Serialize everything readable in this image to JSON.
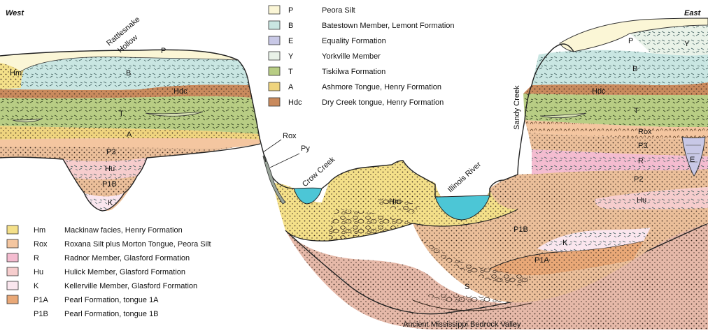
{
  "header": {
    "west": "West",
    "east": "East"
  },
  "colors": {
    "P": "#fbf6d6",
    "B": "#c9e6e2",
    "E": "#c8c8e6",
    "Y": "#e9f2e8",
    "T": "#b8cd84",
    "A": "#efd47e",
    "Hdc": "#c98a5d",
    "Hm": "#f4e089",
    "Rox": "#f4c6a0",
    "R": "#f4bcd0",
    "Hu": "#f6cdcd",
    "K": "#fae6ee",
    "P1A": "#e9a877",
    "P1B": "#ebbf9a",
    "P2": "#ebbf9a",
    "P3": "#ebbf9a",
    "S": "#e6b9a9",
    "water": "#4cc6d6",
    "Py": "#9aa59a"
  },
  "legend_top": [
    {
      "code": "P",
      "name": "Peora Silt",
      "color": "#fbf6d6"
    },
    {
      "code": "B",
      "name": "Batestown Member, Lemont Formation",
      "color": "#c9e6e2"
    },
    {
      "code": "E",
      "name": "Equality Formation",
      "color": "#c8c8e6"
    },
    {
      "code": "Y",
      "name": "Yorkville Member",
      "color": "#e9f2e8"
    },
    {
      "code": "T",
      "name": "Tiskilwa Formation",
      "color": "#b8cd84"
    },
    {
      "code": "A",
      "name": "Ashmore Tongue, Henry Formation",
      "color": "#efd47e"
    },
    {
      "code": "Hdc",
      "name": "Dry Creek tongue, Henry Formation",
      "color": "#c98a5d"
    }
  ],
  "legend_bottom": [
    {
      "code": "Hm",
      "name": "Mackinaw facies, Henry Formation",
      "color": "#f4e089"
    },
    {
      "code": "Rox",
      "name": "Roxana Silt plus Morton Tongue, Peora Silt",
      "color": "#f4c6a0"
    },
    {
      "code": "R",
      "name": "Radnor Member, Glasford Formation",
      "color": "#f4bcd0"
    },
    {
      "code": "Hu",
      "name": "Hulick Member, Glasford Formation",
      "color": "#f6cdcd"
    },
    {
      "code": "K",
      "name": "Kellerville Member, Glasford Formation",
      "color": "#fae6ee"
    },
    {
      "code": "P1A",
      "name": "Pearl Formation, tongue 1A",
      "color": "#e9a877"
    },
    {
      "code": "P1B",
      "name": "Pearl Formation, tongue 1B",
      "color": ""
    }
  ],
  "places": {
    "rattlesnake": "Rattlesnake",
    "hollow": "Hollow",
    "crow_creek": "Crow Creek",
    "illinois_river": "Illinois River",
    "sandy_creek": "Sandy Creek",
    "valley": "Ancient Mississippi Bedrock Valley",
    "rox_callout": "Rox",
    "py_callout": "Py"
  },
  "unit_labels": {
    "west_P": "P",
    "west_B": "B",
    "west_Hm": "Hm",
    "west_Hdc": "Hdc",
    "west_T": "T",
    "west_A": "A",
    "west_P3": "P3",
    "west_Hu": "Hu",
    "west_P1B": "P1B",
    "west_K": "K",
    "center_Hm": "Hm",
    "center_P1B": "P1B",
    "center_K": "K",
    "center_P1A": "P1A",
    "center_S": "S",
    "east_P": "P",
    "east_Y": "Y",
    "east_B": "B",
    "east_Hdc": "Hdc",
    "east_T": "T",
    "east_Rox": "Rox",
    "east_P3": "P3",
    "east_R": "R",
    "east_E": "E",
    "east_P2": "P2",
    "east_Hu": "Hu"
  }
}
